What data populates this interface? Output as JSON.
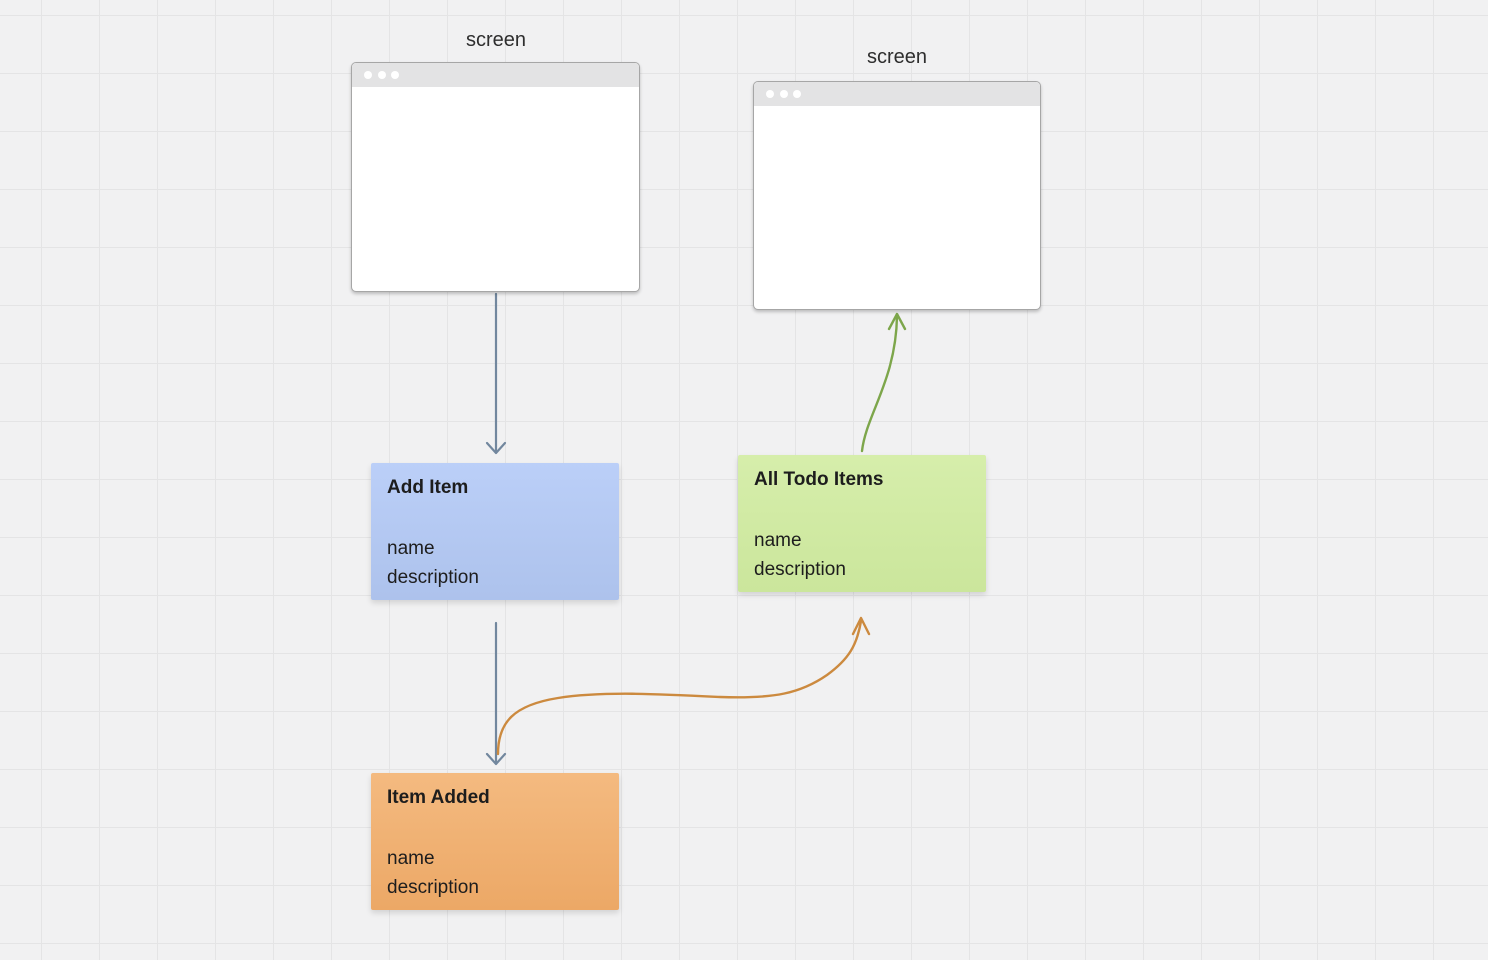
{
  "canvas": {
    "background": "#f1f1f2",
    "grid_line": "#e4e4e5"
  },
  "screens": [
    {
      "label": "screen"
    },
    {
      "label": "screen"
    }
  ],
  "cards": [
    {
      "title": "Add Item",
      "fields": [
        "name",
        "description"
      ],
      "color_top": "#bbcff8",
      "color_bottom": "#adc2ec"
    },
    {
      "title": "All Todo Items",
      "fields": [
        "name",
        "description"
      ],
      "color_top": "#d6eeab",
      "color_bottom": "#cbe69c"
    },
    {
      "title": "Item Added",
      "fields": [
        "name",
        "description"
      ],
      "color_top": "#f4ba80",
      "color_bottom": "#eca866"
    }
  ],
  "arrows": {
    "screen1_to_additem": {
      "color": "#72879e"
    },
    "additem_to_itemadded": {
      "color": "#72879e"
    },
    "itemadded_to_alltodo": {
      "color": "#cc8a3f"
    },
    "alltodo_to_screen2": {
      "color": "#7da64b"
    }
  }
}
